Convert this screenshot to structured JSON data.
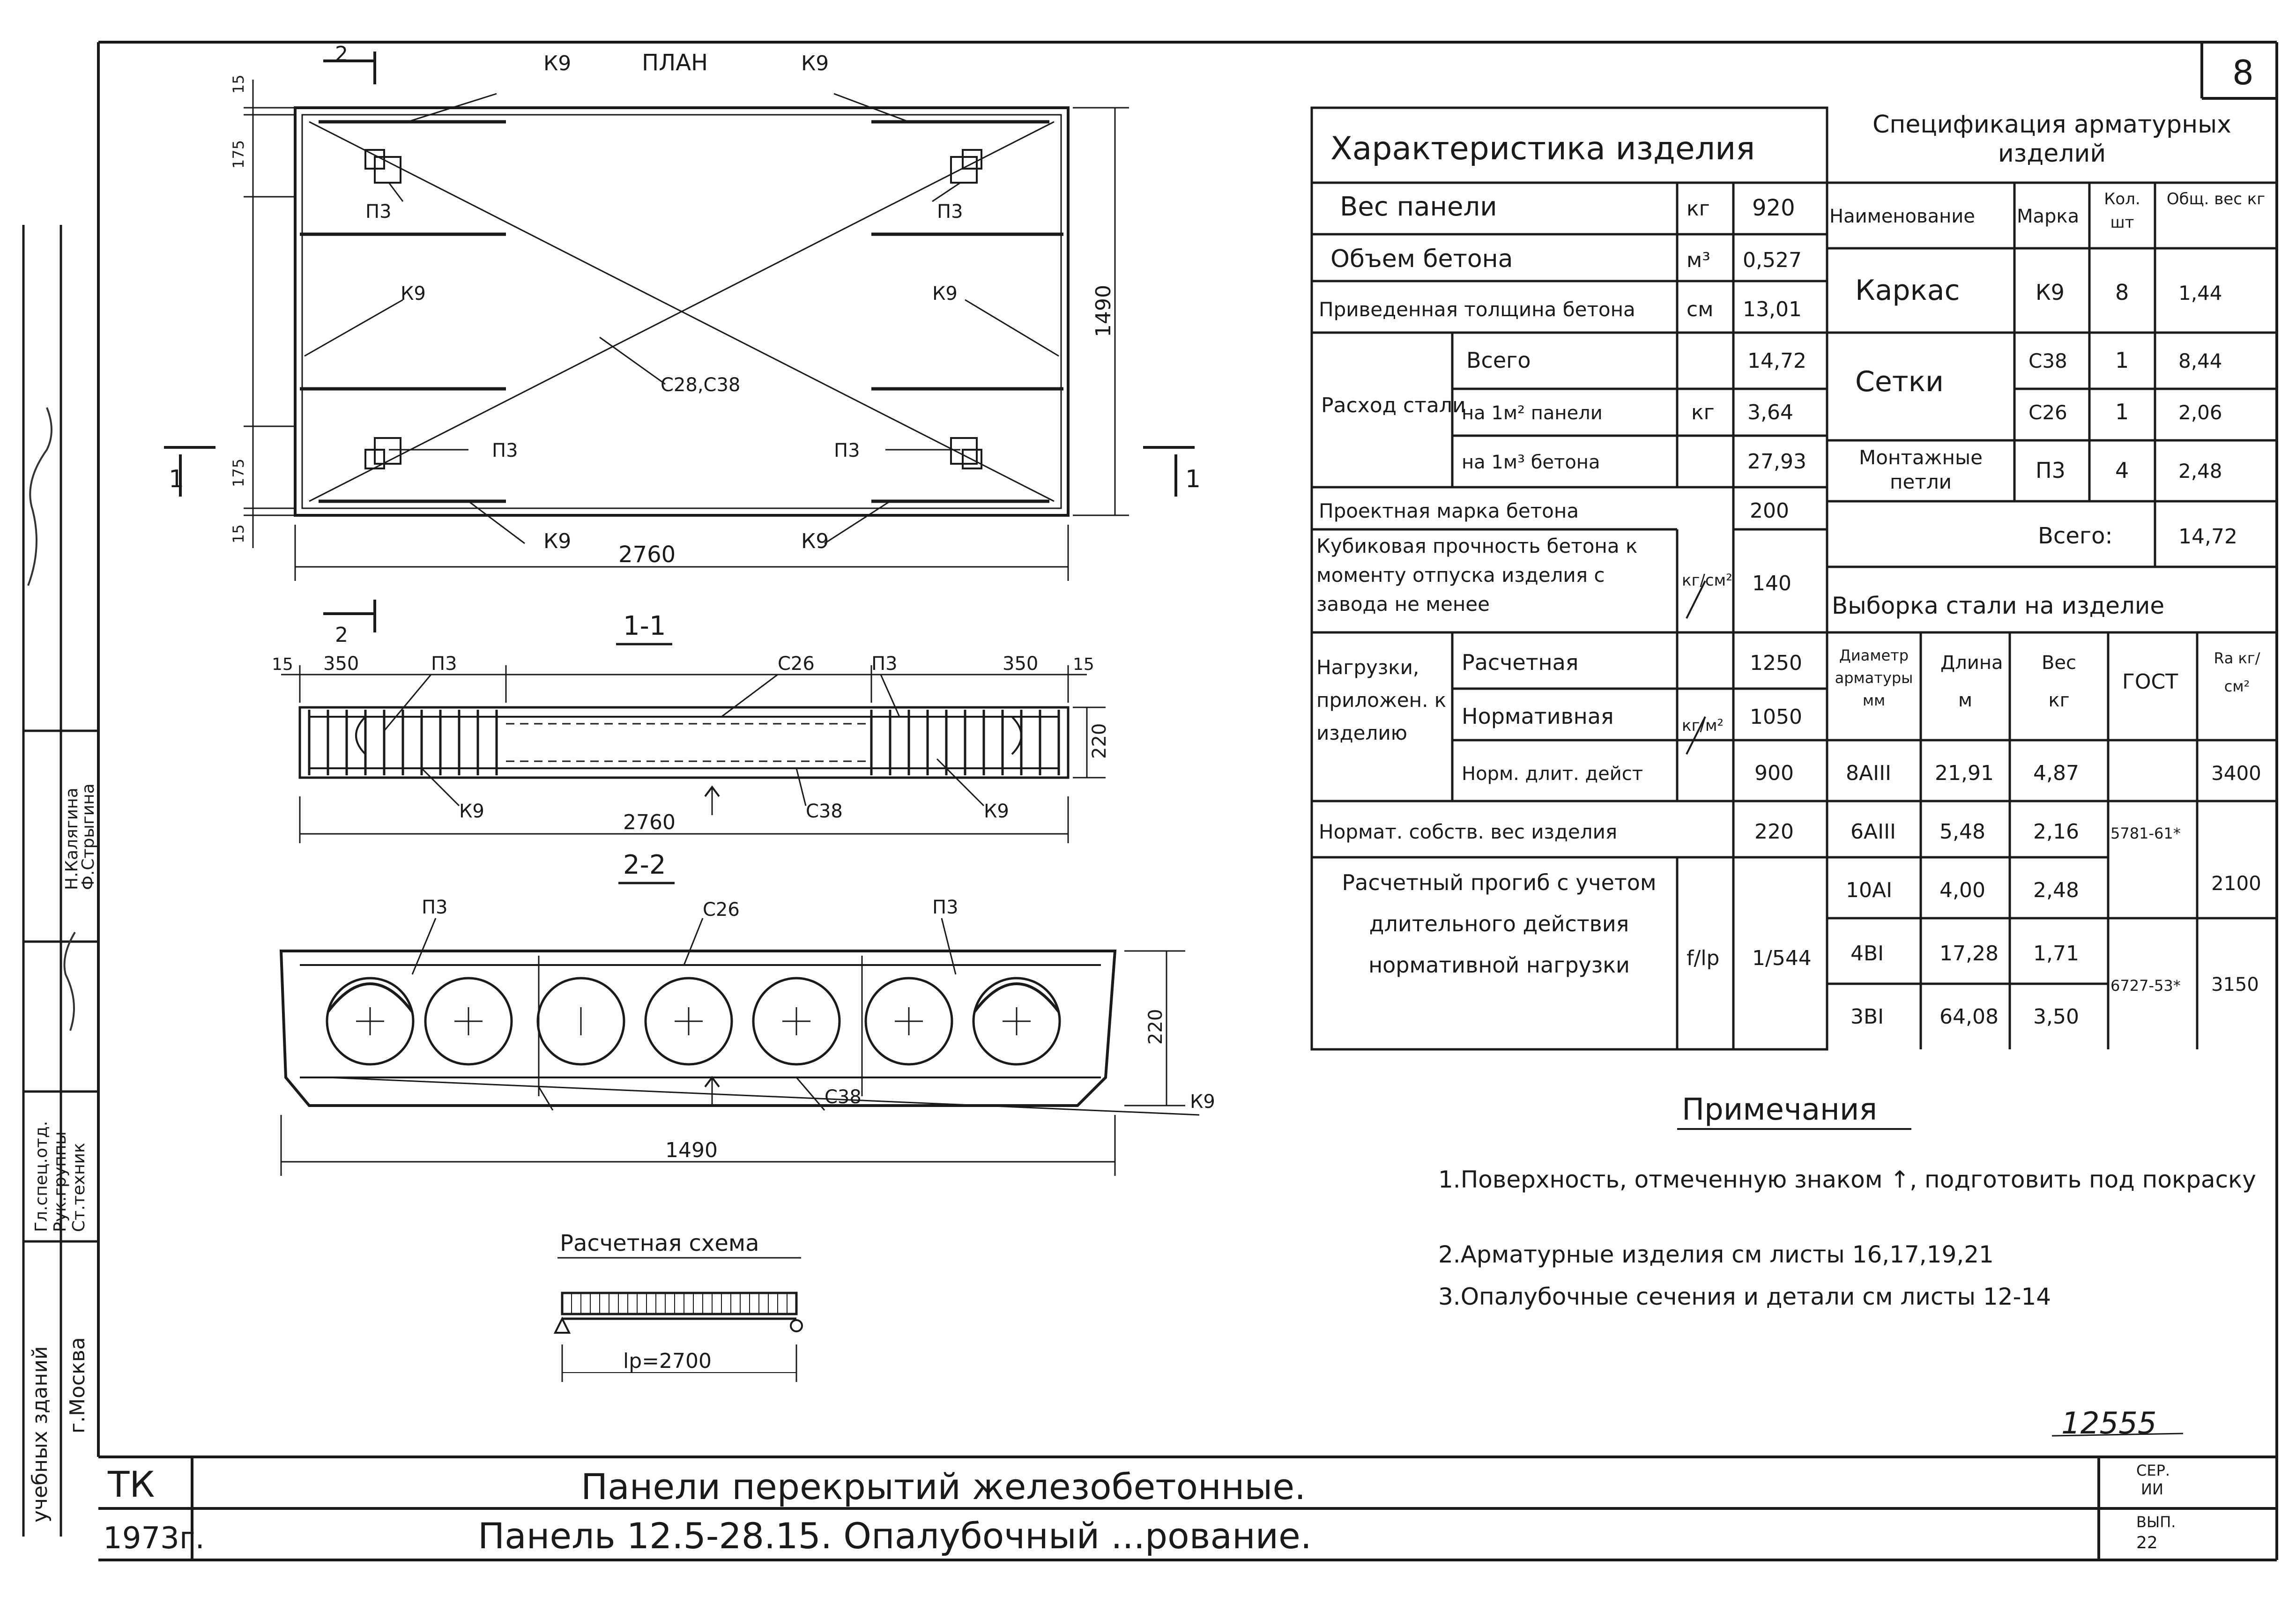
{
  "sheet": {
    "number": "8",
    "archive_no": "12555",
    "org_code": "ТК",
    "year": "1973г.",
    "title_line1": "Панели перекрытий железобетонные.",
    "title_line2": "Панель 12.5-28.15. Опалубочный  ...рование.",
    "series_box": [
      "СЕР.",
      "ИИ",
      "ВЫП.",
      "22"
    ]
  },
  "side_stamp": {
    "roles": [
      "Гл.спец.отд.",
      "Рук.группы",
      "Ст.техник"
    ],
    "names": [
      "Н.Калягина",
      "Ф.Стрыгина"
    ],
    "org": "учебных зданий",
    "city": "г.Москва"
  },
  "plan": {
    "title": "ПЛАН",
    "width_dim": "2760",
    "height_dim": "1490",
    "edge_dim": "15",
    "offset_dim": "175",
    "labels": {
      "k9": "К9",
      "p3": "П3",
      "mesh": "С28,С38"
    },
    "cut1": "1",
    "cut2": "2"
  },
  "section11": {
    "title": "1-1",
    "dim_edge": "15",
    "dim_350": "350",
    "length": "2760",
    "height": "220",
    "labels": {
      "c26": "С26",
      "c38": "С38",
      "p3": "П3",
      "k9": "К9"
    }
  },
  "section22": {
    "title": "2-2",
    "width": "1490",
    "height": "220",
    "labels": {
      "c26": "С26",
      "c38": "С38",
      "p3": "П3",
      "k9": "К9"
    }
  },
  "calc_scheme": {
    "title": "Расчетная схема",
    "span": "lр=2700"
  },
  "characteristics": {
    "title": "Характеристика изделия",
    "rows": [
      {
        "name": "Вес панели",
        "unit": "кг",
        "value": "920"
      },
      {
        "name": "Объем бетона",
        "unit": "м³",
        "value": "0,527"
      },
      {
        "name": "Приведенная толщина бетона",
        "unit": "см",
        "value": "13,01"
      },
      {
        "name": "Расход стали",
        "sub": [
          "Всего",
          "на 1м² панели",
          "на 1м³ бетона"
        ],
        "unit": "кг",
        "values": [
          "14,72",
          "3,64",
          "27,93"
        ]
      },
      {
        "name": "Проектная марка бетона",
        "unit": "кг/см²",
        "value": "200"
      },
      {
        "name": "Кубиковая прочность бетона к моменту отпуска изделия с завода не менее",
        "value": "140"
      },
      {
        "name": "Нагрузки, приложен. к изделию",
        "sub": [
          "Расчетная",
          "Нормативная",
          "Норм. длит. дейст"
        ],
        "unit": "кг/м²",
        "values": [
          "1250",
          "1050",
          "900"
        ]
      },
      {
        "name": "Нормат. собств. вес изделия",
        "value": "220"
      },
      {
        "name": "Расчетный прогиб с учетом длительного действия нормативной нагрузки",
        "unit": "f/lр",
        "value": "1/544"
      }
    ]
  },
  "specification": {
    "title": "Спецификация арматурных изделий",
    "headers": [
      "Наименование",
      "Марка",
      "Кол. шт",
      "Общ. вес кг"
    ],
    "rows": [
      {
        "name": "Каркас",
        "mark": "К9",
        "qty": "8",
        "weight": "1,44"
      },
      {
        "name": "Сетки",
        "mark": "С38",
        "qty": "1",
        "weight": "8,44"
      },
      {
        "name": "",
        "mark": "С26",
        "qty": "1",
        "weight": "2,06"
      },
      {
        "name": "Монтажные петли",
        "mark": "П3",
        "qty": "4",
        "weight": "2,48"
      }
    ],
    "total_label": "Всего:",
    "total_value": "14,72"
  },
  "steel": {
    "title": "Выборка стали на изделие",
    "headers": [
      "Диаметр арматуры мм",
      "Длина м",
      "Вес кг",
      "ГОСТ",
      "Rа кг/см²"
    ],
    "rows": [
      {
        "d": "8АIII",
        "len": "21,91",
        "w": "4,87",
        "ra": "3400"
      },
      {
        "d": "6АIII",
        "len": "5,48",
        "w": "2,16",
        "gost": "5781-61*"
      },
      {
        "d": "10АI",
        "len": "4,00",
        "w": "2,48",
        "ra": "2100"
      },
      {
        "d": "4ВI",
        "len": "17,28",
        "w": "1,71",
        "gost": "6727-53*",
        "ra": "3150"
      },
      {
        "d": "3ВI",
        "len": "64,08",
        "w": "3,50"
      }
    ]
  },
  "notes": {
    "title": "Примечания",
    "items": [
      "1.Поверхность, отмеченную знаком ↑, подготовить под покраску",
      "2.Арматурные изделия см листы 16,17,19,21",
      "3.Опалубочные сечения и детали см листы 12-14"
    ]
  }
}
